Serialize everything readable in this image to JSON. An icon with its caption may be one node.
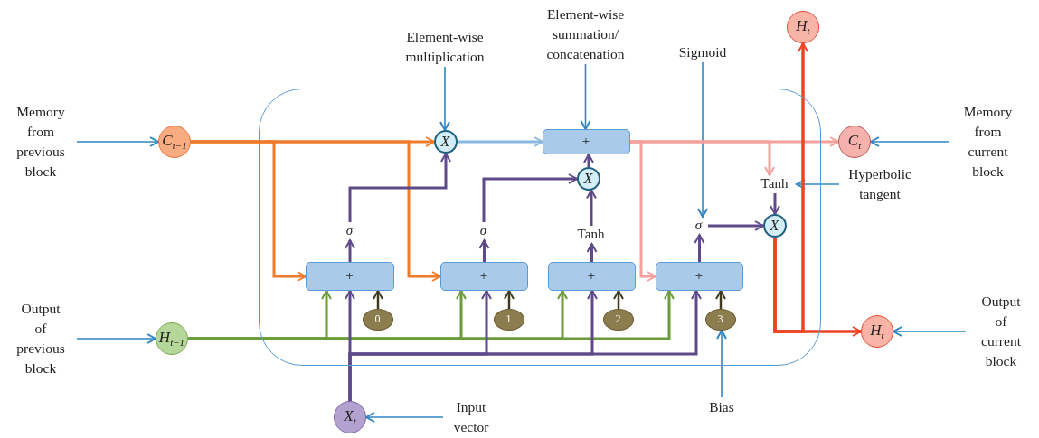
{
  "diagram": {
    "nodes": [
      {
        "text": [],
        "shape": "box"
      },
      {
        "text": [
          "Memory from previous block"
        ]
      },
      {
        "text": [
          "C$_{t−1}$"
        ]
      },
      {
        "text": [
          "Output of previous block"
        ]
      },
      {
        "text": [
          "H$_{t−1}$"
        ]
      },
      {
        "text": [
          "X$_{t}$"
        ]
      },
      {
        "text": [
          "Input vector"
        ]
      },
      {
        "text": [
          "Element-wise multiplication"
        ]
      },
      {
        "text": [
          "Element-wise summation/ concatenation"
        ]
      },
      {
        "text": [
          "Sigmoid"
        ]
      },
      {
        "text": [
          "H$_{t}$"
        ]
      },
      {
        "text": [
          "C$_{t}$"
        ]
      },
      {
        "text": [
          "Memory from current block"
        ]
      },
      {
        "text": [
          "Hyperbolic tangent"
        ]
      },
      {
        "text": [
          "H$_{t}$"
        ]
      },
      {
        "text": [
          "Output of current block"
        ]
      },
      {
        "text": [
          "Bias"
        ]
      },
      {
        "text": [
          "X"
        ],
        "in": 0
      },
      {
        "text": [
          "+"
        ],
        "in": 0
      },
      {
        "text": [
          "X"
        ],
        "in": 0
      },
      {
        "text": [
          "σ"
        ],
        "in": 0
      },
      {
        "text": [
          "σ"
        ],
        "in": 0
      },
      {
        "text": [
          "Tanh"
        ],
        "in": 0
      },
      {
        "text": [
          "σ"
        ],
        "in": 0
      },
      {
        "text": [
          "Tanh"
        ],
        "in": 0
      },
      {
        "text": [
          "X"
        ],
        "in": 0
      },
      {
        "text": [
          "+"
        ],
        "in": 0
      },
      {
        "text": [
          "+"
        ],
        "in": 0
      },
      {
        "text": [
          "+"
        ],
        "in": 0
      },
      {
        "text": [
          "+"
        ],
        "in": 0
      },
      {
        "text": [
          "0"
        ],
        "in": 0
      },
      {
        "text": [
          "1"
        ],
        "in": 0
      },
      {
        "text": [
          "2"
        ],
        "in": 0
      },
      {
        "text": [
          "3"
        ],
        "in": 0
      }
    ],
    "edges": [
      {
        "from": 1,
        "to": 2,
        "arrow": "to",
        "color": "#2e86c1"
      },
      {
        "from": 3,
        "to": 4,
        "arrow": "to",
        "color": "#2e86c1"
      },
      {
        "from": 6,
        "to": 5,
        "arrow": "to",
        "color": "#2e86c1"
      },
      {
        "from": 7,
        "to": 17,
        "arrow": "to",
        "color": "#2e86c1"
      },
      {
        "from": 8,
        "to": 18,
        "arrow": "to",
        "color": "#2e86c1"
      },
      {
        "from": 9,
        "to": 23,
        "arrow": "to",
        "color": "#2e86c1"
      },
      {
        "from": 12,
        "to": 11,
        "arrow": "to",
        "color": "#2e86c1"
      },
      {
        "from": 13,
        "to": 24,
        "arrow": "to",
        "color": "#2e86c1"
      },
      {
        "from": 15,
        "to": 14,
        "arrow": "to",
        "color": "#2e86c1"
      },
      {
        "from": 16,
        "to": 33,
        "arrow": "to",
        "color": "#2e86c1"
      },
      {
        "from": 2,
        "to": 17,
        "arrow": "to",
        "color": "#f07b2a"
      },
      {
        "from": 2,
        "to": 26,
        "arrow": "to",
        "color": "#f07b2a"
      },
      {
        "from": 2,
        "to": 27,
        "arrow": "to",
        "color": "#f07b2a"
      },
      {
        "from": 17,
        "to": 18,
        "arrow": "to",
        "color": "#8ab8e0"
      },
      {
        "from": 18,
        "to": 11,
        "arrow": "to",
        "color": "#f4a09c"
      },
      {
        "from": 18,
        "to": 29,
        "arrow": "to",
        "color": "#f4a09c"
      },
      {
        "from": 18,
        "to": 24,
        "arrow": "to",
        "color": "#f4a09c"
      },
      {
        "from": 26,
        "to": 20,
        "arrow": "to"
      },
      {
        "from": 20,
        "to": 17,
        "arrow": "to"
      },
      {
        "from": 27,
        "to": 21,
        "arrow": "to"
      },
      {
        "from": 21,
        "to": 19,
        "arrow": "to"
      },
      {
        "from": 28,
        "to": 22,
        "arrow": "to"
      },
      {
        "from": 22,
        "to": 19,
        "arrow": "to"
      },
      {
        "from": 19,
        "to": 18,
        "arrow": "to"
      },
      {
        "from": 29,
        "to": 23,
        "arrow": "to"
      },
      {
        "from": 23,
        "to": 25,
        "arrow": "to"
      },
      {
        "from": 24,
        "to": 25,
        "arrow": "to"
      },
      {
        "from": 25,
        "to": 14,
        "arrow": "to",
        "color": "#ee4423"
      },
      {
        "from": 25,
        "to": 10,
        "arrow": "to",
        "color": "#ee4423"
      },
      {
        "from": 4,
        "to": 26,
        "arrow": "to",
        "color": "#6b9b3a"
      },
      {
        "from": 4,
        "to": 27,
        "arrow": "to",
        "color": "#6b9b3a"
      },
      {
        "from": 4,
        "to": 28,
        "arrow": "to",
        "color": "#6b9b3a"
      },
      {
        "from": 4,
        "to": 29,
        "arrow": "to",
        "color": "#6b9b3a"
      },
      {
        "from": 5,
        "to": 26,
        "arrow": "to"
      },
      {
        "from": 5,
        "to": 27,
        "arrow": "to"
      },
      {
        "from": 5,
        "to": 28,
        "arrow": "to"
      },
      {
        "from": 5,
        "to": 29,
        "arrow": "to"
      },
      {
        "from": 30,
        "to": 26,
        "arrow": "to",
        "color": "#3f3a1f"
      },
      {
        "from": 31,
        "to": 27,
        "arrow": "to",
        "color": "#3f3a1f"
      },
      {
        "from": 32,
        "to": 28,
        "arrow": "to",
        "color": "#3f3a1f"
      },
      {
        "from": 33,
        "to": 29,
        "arrow": "to",
        "color": "#3f3a1f"
      }
    ]
  }
}
